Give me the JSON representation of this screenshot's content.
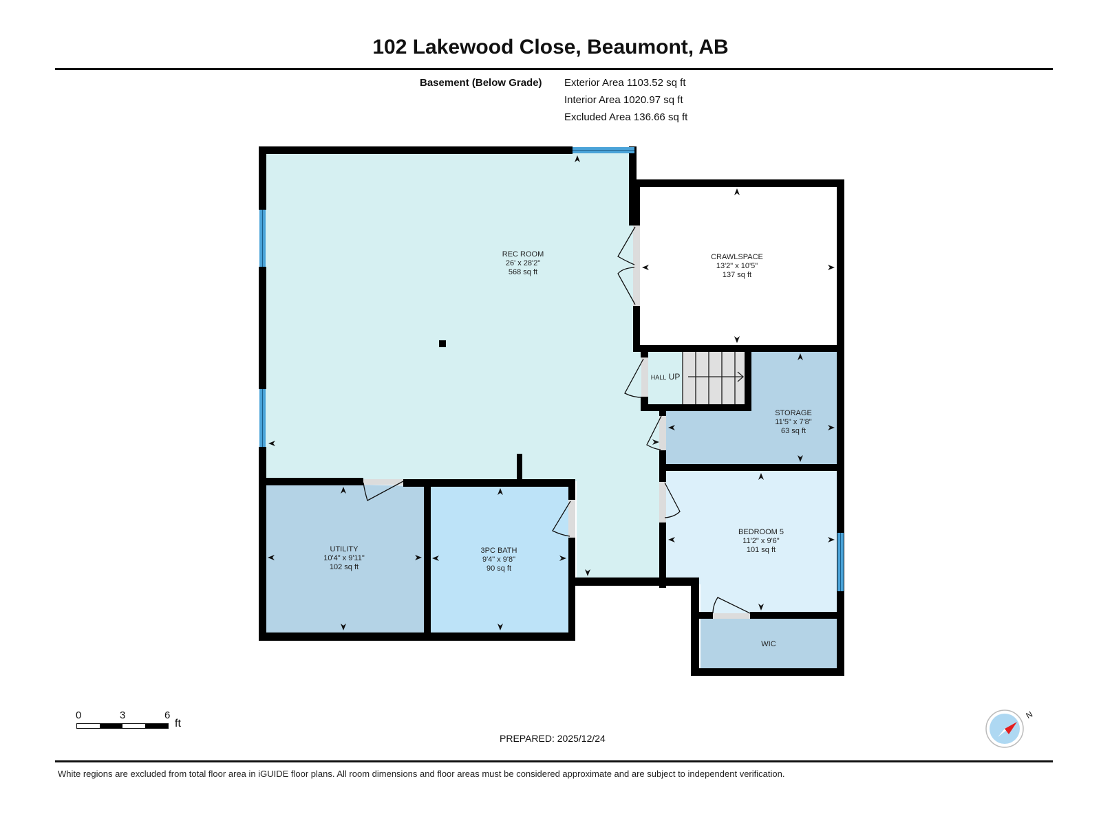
{
  "header": {
    "title": "102 Lakewood Close, Beaumont, AB"
  },
  "summary": {
    "level": "Basement (Below Grade)",
    "exterior_area": "Exterior Area 1103.52 sq ft",
    "interior_area": "Interior Area 1020.97 sq ft",
    "excluded_area": "Excluded Area 136.66 sq ft"
  },
  "colors": {
    "wall": "#000000",
    "window": "#4aa3d8",
    "door_opening": "#dcdcdc",
    "rec_room": "#d6f0f2",
    "crawlspace": "#ffffff",
    "hall": "#d6f0f2",
    "stairs": "#e0e0e0",
    "storage": "#b4d3e6",
    "bedroom": "#dcf0fa",
    "utility": "#b4d3e6",
    "bath": "#bde3f8",
    "wic": "#b4d3e6",
    "compass_north": "#e41e1e",
    "compass_fill": "#aed8f2"
  },
  "rooms": {
    "rec_room": {
      "name": "REC ROOM",
      "dims": "26' x 28'2\"",
      "area": "568 sq ft"
    },
    "crawlspace": {
      "name": "CRAWLSPACE",
      "dims": "13'2\" x 10'5\"",
      "area": "137 sq ft"
    },
    "hall": {
      "name": "HALL"
    },
    "stairs": {
      "label": "UP"
    },
    "storage": {
      "name": "STORAGE",
      "dims": "11'5\" x 7'8\"",
      "area": "63 sq ft"
    },
    "bedroom5": {
      "name": "BEDROOM 5",
      "dims": "11'2\" x 9'6\"",
      "area": "101 sq ft"
    },
    "utility": {
      "name": "UTILITY",
      "dims": "10'4\" x 9'11\"",
      "area": "102 sq ft"
    },
    "bath": {
      "name": "3PC BATH",
      "dims": "9'4\" x 9'8\"",
      "area": "90 sq ft"
    },
    "wic": {
      "name": "WIC"
    }
  },
  "scale": {
    "ticks": [
      "0",
      "3",
      "6"
    ],
    "unit": "ft"
  },
  "compass": {
    "label": "N"
  },
  "footer": {
    "prepared": "PREPARED: 2025/12/24",
    "disclaimer": "White regions are excluded from total floor area in iGUIDE floor plans. All room dimensions and floor areas must be considered approximate and are subject to independent verification."
  }
}
